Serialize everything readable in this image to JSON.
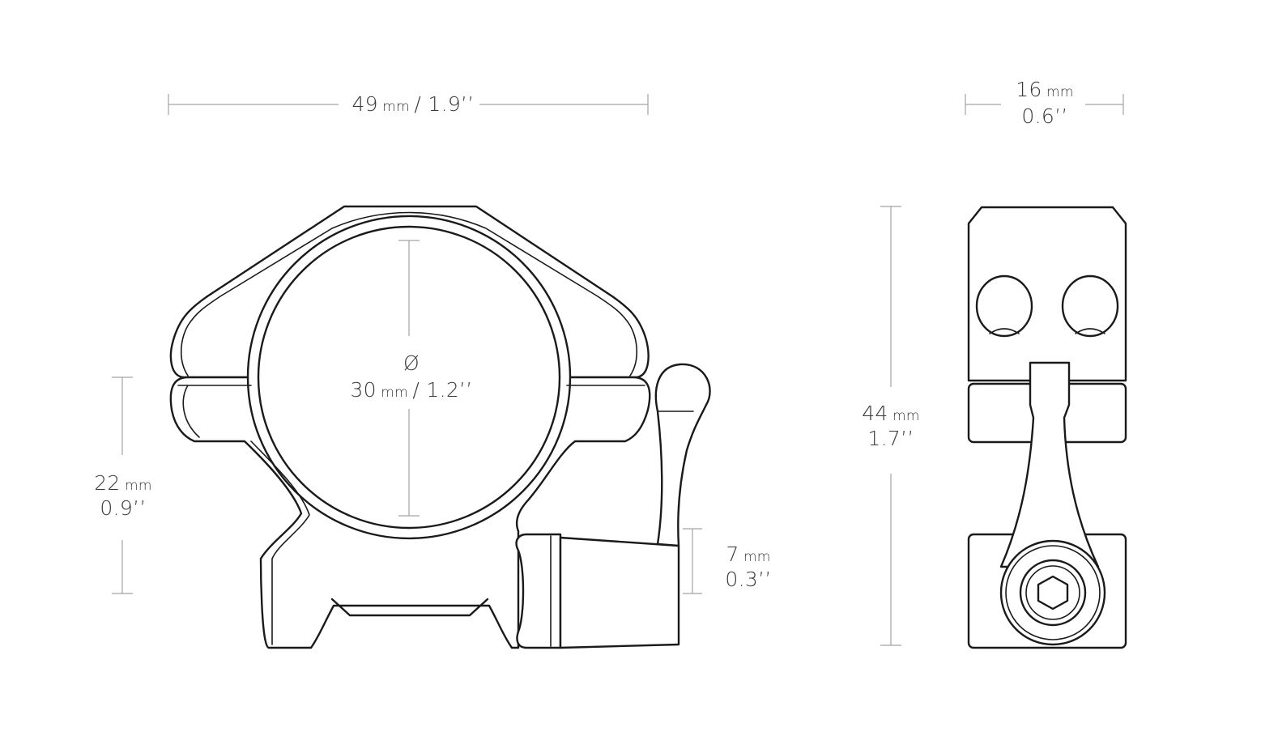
{
  "colors": {
    "outline": "#1a1a1a",
    "dimension_line": "#a3a3a3",
    "label_text": "#3a3a3a",
    "background": "#ffffff"
  },
  "dimensions": {
    "ring_width": {
      "value": "49",
      "unit": "mm",
      "imperial": "/ 1.9’’"
    },
    "ring_depth": {
      "value": "16",
      "unit": "mm",
      "imperial": "0.6’’"
    },
    "tube_diameter": {
      "symbol": "Ø",
      "value": "30",
      "unit": "mm",
      "imperial": "/ 1.2’’"
    },
    "center_height": {
      "value": "22",
      "unit": "mm",
      "imperial": "0.9’’"
    },
    "lever_height": {
      "value": "7",
      "unit": "mm",
      "imperial": "0.3’’"
    },
    "total_height": {
      "value": "44",
      "unit": "mm",
      "imperial": "1.7’’"
    }
  }
}
